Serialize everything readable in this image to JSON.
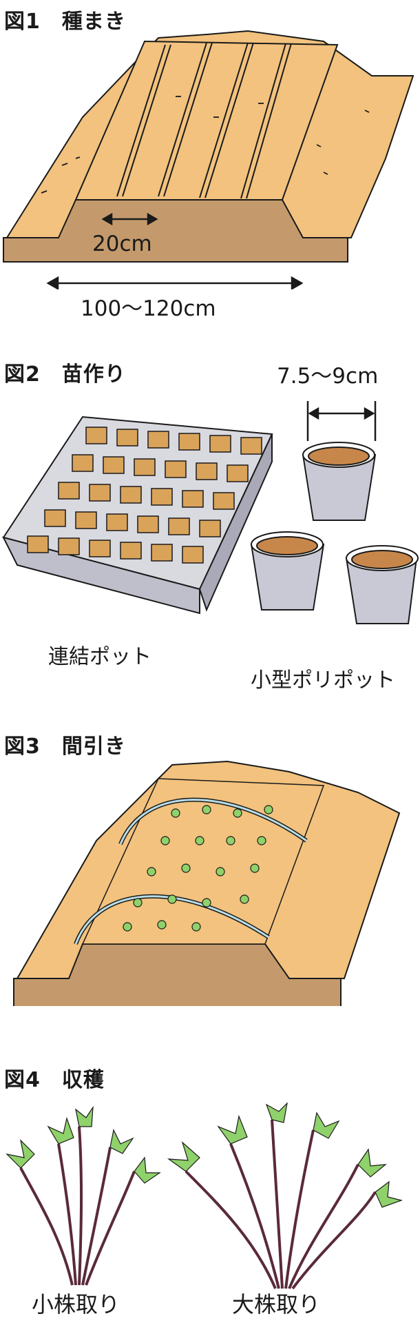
{
  "figures": [
    {
      "title": "図1　種まき",
      "labels": {
        "row_spacing": "20cm",
        "bed_width": "100〜120cm"
      }
    },
    {
      "title": "図2　苗作り",
      "labels": {
        "pot_diameter": "7.5〜9cm",
        "cell_tray": "連結ポット",
        "small_pot": "小型ポリポット"
      }
    },
    {
      "title": "図3　間引き"
    },
    {
      "title": "図4　収穫",
      "labels": {
        "small_harvest": "小株取り",
        "large_harvest": "大株取り"
      }
    }
  ],
  "colors": {
    "soil_surface": "#f2c27e",
    "soil_side": "#c49a6c",
    "outline": "#1a1a1a",
    "pot_body": "#c9c9d6",
    "pot_soil": "#c8874a",
    "tunnel": "#b8dde6",
    "leaf": "#8fd16a",
    "stem": "#5a2a3a"
  }
}
